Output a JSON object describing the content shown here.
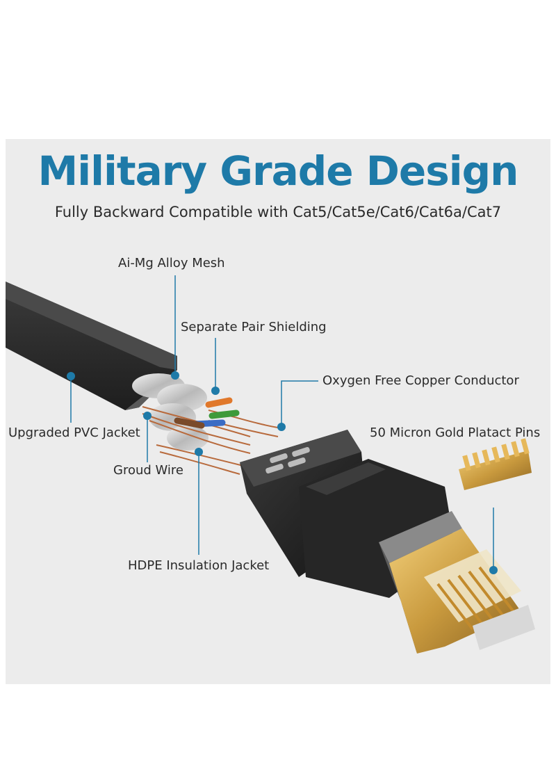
{
  "heading": {
    "title": "Military Grade Design",
    "subtitle": "Fully Backward Compatible with Cat5/Cat5e/Cat6/Cat6a/Cat7"
  },
  "callouts": {
    "alloy_mesh": "Ai-Mg Alloy Mesh",
    "pair_shielding": "Separate Pair Shielding",
    "copper_conductor": "Oxygen Free Copper Conductor",
    "pvc_jacket": "Upgraded PVC Jacket",
    "gold_pins": "50 Micron Gold Platact Pins",
    "ground_wire": "Groud Wire",
    "hdpe_jacket": "HDPE Insulation Jacket"
  },
  "colors": {
    "accent": "#1e7aa8",
    "panel": "#ececec",
    "cable": "#2b2b2b",
    "gold": "#d4a24a",
    "copper": "#b86a3c"
  }
}
